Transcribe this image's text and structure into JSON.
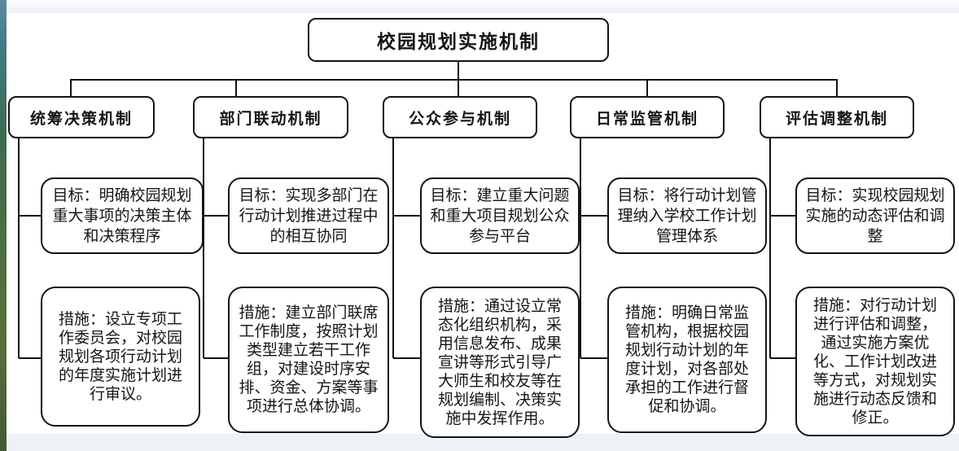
{
  "diagram": {
    "title": "校园规划实施机制",
    "branches": [
      {
        "title": "统筹决策机制",
        "goal": "目标：明确校园规划重大事项的决策主体和决策程序",
        "measure": "措施：设立专项工作委员会，对校园规划各项行动计划的年度实施计划进行审议。"
      },
      {
        "title": "部门联动机制",
        "goal": "目标：实现多部门在行动计划推进过程中的相互协同",
        "measure": "措施：建立部门联席工作制度，按照计划类型建立若干工作组，对建设时序安排、资金、方案等事项进行总体协调。"
      },
      {
        "title": "公众参与机制",
        "goal": "目标：建立重大问题和重大项目规划公众参与平台",
        "measure": "措施：通过设立常态化组织机构，采用信息发布、成果宣讲等形式引导广大师生和校友等在规划编制、决策实施中发挥作用。"
      },
      {
        "title": "日常监管机制",
        "goal": "目标：将行动计划管理纳入学校工作计划管理体系",
        "measure": "措施：明确日常监管机构，根据校园规划行动计划的年度计划，对各部处承担的工作进行督促和协调。"
      },
      {
        "title": "评估调整机制",
        "goal": "目标：实现校园规划实施的动态评估和调整",
        "measure": "措施：对行动计划进行评估和调整，通过实施方案优化、工作计划改进等方式，对规划实施进行动态反馈和修正。"
      }
    ],
    "colors": {
      "line": "#141414",
      "background": "#ffffff",
      "footer_strip": "#eef1f6"
    }
  }
}
